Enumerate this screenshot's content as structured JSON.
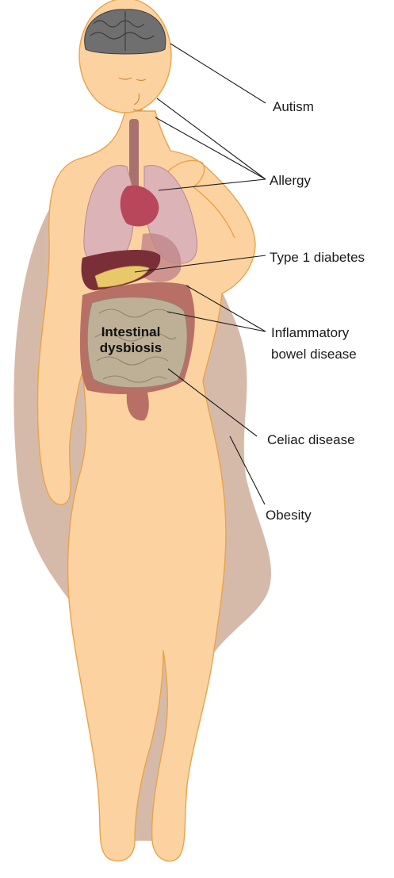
{
  "labels": {
    "autism": "Autism",
    "allergy": "Allergy",
    "type1_diabetes": "Type 1 diabetes",
    "ibd_line1": "Inflammatory",
    "ibd_line2": "bowel disease",
    "celiac": "Celiac disease",
    "obesity": "Obesity"
  },
  "center": {
    "line1": "Intestinal",
    "line2": "dysbiosis"
  },
  "colors": {
    "skin": "#fcd3a0",
    "skin_outline": "#e9a34a",
    "obesity_shadow": "#d2b3a0",
    "brain": "#6f6f6f",
    "lungs": "#dcb3b6",
    "heart": "#b9475b",
    "liver": "#7a2e38",
    "pancreas": "#e9c86a",
    "colon": "#b87066",
    "small_intestine": "#bdb096",
    "esophagus": "#a8716f"
  }
}
